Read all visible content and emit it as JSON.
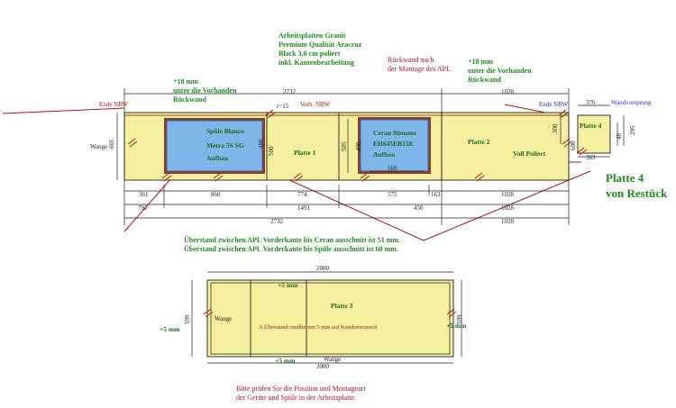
{
  "notes": {
    "material": [
      "Arbeitsplatten Granit",
      "Premium Qualität Aracruz",
      "Black 3,0 cm poliert",
      "inkl. Kantenbearbeitung"
    ],
    "backwall": [
      "Rückwand nach",
      "der Montage des APL"
    ],
    "plus18_left": [
      "+18 mm",
      "unter die Vorhanden",
      "Rückwand"
    ],
    "plus18_right": [
      "+18 mm",
      "unter die Vorhanden",
      "Rückwand"
    ],
    "overhang": [
      "Überstand zwischen APL Vorderkante bis Ceran ausschnitt ist 51 mm.",
      "Überstand zwischen APL Vorderkante bis Spüle ausschnitt ist 60 mm."
    ],
    "check": [
      "Bitte prüfen Sie die Position und Montageart",
      "der Geräte und Spüle in der Arbeitsplatte."
    ],
    "plate4_rest": [
      "Platte 4",
      "von Restück"
    ]
  },
  "labels": {
    "ende_nrw_left": "Ende NRW",
    "ende_nrw_right": "Ende NRW",
    "vorh_nrw": "Vorh. NRW",
    "wandvorsprung": "Wandvorsprung",
    "wange_top": "Wange",
    "wange_left": "Wange",
    "wange_bottom": "Wange",
    "r15": "r=15",
    "sink": [
      "Spüle Blanco",
      "Metra 5S SG",
      "Aufbau"
    ],
    "cooktop": [
      "Ceran Siemens",
      "EH645EB15E",
      "Aufbau"
    ],
    "platte1": "Platte 1",
    "platte2": "Platte 2",
    "platte3": "Platte 3",
    "platte4": "Platte 4",
    "voll_poliert": "Voll Poliert",
    "rounded_note": "A Überstand rundherum 5 mm auf Kundenwunsch",
    "plus5_top": "+5 mm",
    "plus5_left": "+5 mm",
    "plus5_right": "+5 mm",
    "plus5_bottom": "+5 mm"
  },
  "dims": {
    "top_2732": "2732",
    "top_1028": "1028",
    "top_376": "376",
    "depth_601": "601",
    "sink_480": "480",
    "p1_500": "500",
    "cooktop_505": "505",
    "cooktop_490": "490",
    "cooktop_560": "560",
    "p2_300": "300",
    "p2_600": "600",
    "p4_46": "46",
    "p4_295": "295",
    "p4_383": "383",
    "row1": [
      "361",
      "860",
      "774",
      "575",
      "163",
      "1028"
    ],
    "row2": [
      "791",
      "1491",
      "450",
      "1028"
    ],
    "row3": [
      "2732",
      "1028"
    ],
    "p3_2000_top": "2000",
    "p3_2000_bottom": "2000",
    "p3_599_left": "599",
    "p3_599_right": "599"
  }
}
